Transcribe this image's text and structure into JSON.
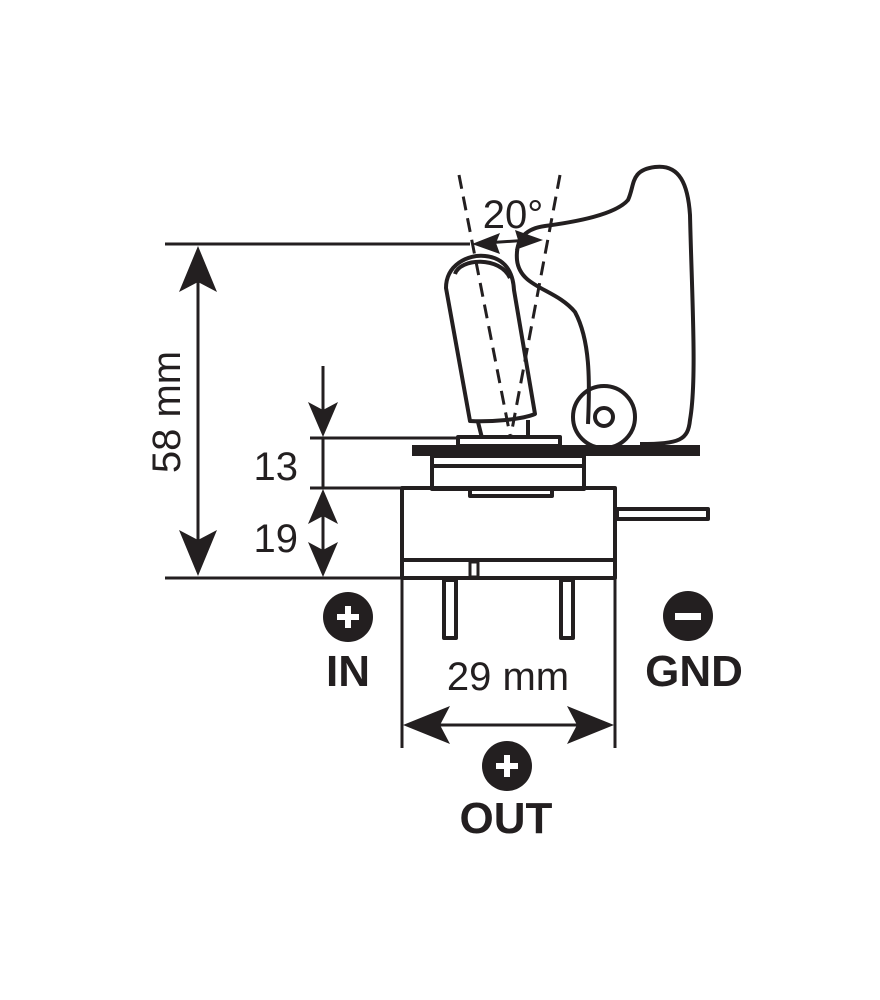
{
  "diagram": {
    "subject": "Illuminated toggle switch with safety cover",
    "colors": {
      "ink": "#231f20",
      "background": "#ffffff"
    },
    "dimensions": {
      "total_height": "58 mm",
      "upper_height": "13",
      "body_height": "19",
      "width": "29 mm",
      "angle": "20°"
    },
    "terminals": [
      {
        "id": "in",
        "symbol": "+",
        "label": "IN",
        "icon": "plus-circle-icon"
      },
      {
        "id": "gnd",
        "symbol": "−",
        "label": "GND",
        "icon": "minus-circle-icon"
      },
      {
        "id": "out",
        "symbol": "+",
        "label": "OUT",
        "icon": "plus-circle-icon"
      }
    ]
  }
}
